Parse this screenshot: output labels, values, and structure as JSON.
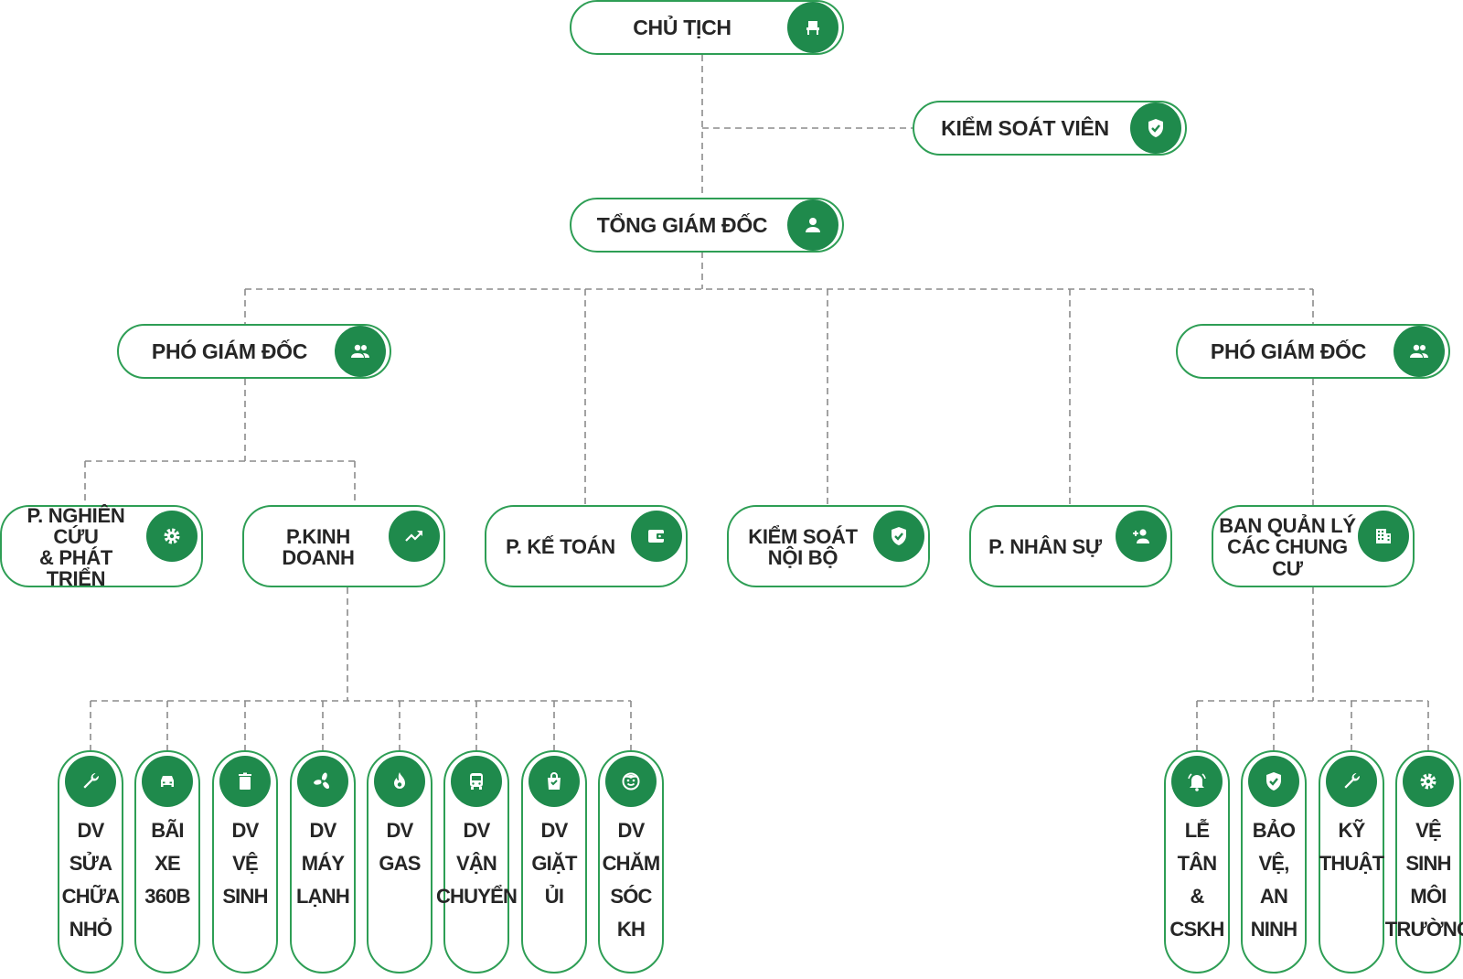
{
  "colors": {
    "accent": "#1f8a4c",
    "border": "#2e9e55",
    "connector": "#8c8c8c",
    "text": "#262626"
  },
  "chairman": {
    "label": "CHỦ TỊCH",
    "icon": "chair-icon"
  },
  "supervisor": {
    "label": "KIỂM SOÁT VIÊN",
    "icon": "shield-check-icon"
  },
  "ceo": {
    "label": "TỔNG GIÁM ĐỐC",
    "icon": "person-icon"
  },
  "deputy_left": {
    "label": "PHÓ GIÁM ĐỐC",
    "icon": "people-icon"
  },
  "deputy_right": {
    "label": "PHÓ GIÁM ĐỐC",
    "icon": "people-icon"
  },
  "departments": [
    {
      "label": "P. NGHIÊN CỨU\n& PHÁT TRIỂN",
      "icon": "gear-icon"
    },
    {
      "label": "P.KINH DOANH",
      "icon": "trending-up-icon"
    },
    {
      "label": "P. KẾ TOÁN",
      "icon": "wallet-icon"
    },
    {
      "label": "KIỂM SOÁT\nNỘI BỘ",
      "icon": "shield-check-icon"
    },
    {
      "label": "P. NHÂN SỰ",
      "icon": "person-add-icon"
    },
    {
      "label": "BAN QUẢN LÝ\nCÁC CHUNG CƯ",
      "icon": "building-icon"
    }
  ],
  "sales_services": [
    {
      "label": "DV\nSỬA\nCHỮA\nNHỎ",
      "icon": "wrench-icon"
    },
    {
      "label": "BÃI\nXE\n360B",
      "icon": "car-icon"
    },
    {
      "label": "DV\nVỆ\nSINH",
      "icon": "trash-icon"
    },
    {
      "label": "DV\nMÁY\nLẠNH",
      "icon": "fan-icon"
    },
    {
      "label": "DV\nGAS",
      "icon": "flame-icon"
    },
    {
      "label": "DV\nVẬN\nCHUYỂN",
      "icon": "bus-icon"
    },
    {
      "label": "DV\nGIẶT\nỦI",
      "icon": "laundry-bag-icon"
    },
    {
      "label": "DV\nCHĂM\nSÓC\nKH",
      "icon": "smiley-icon"
    }
  ],
  "management_services": [
    {
      "label": "LỄ\nTÂN\n&\nCSKH",
      "icon": "bell-icon"
    },
    {
      "label": "BẢO\nVỆ,\nAN\nNINH",
      "icon": "shield-check-icon"
    },
    {
      "label": "KỸ\nTHUẬT",
      "icon": "wrench-icon"
    },
    {
      "label": "VỆ\nSINH\nMÔI\nTRƯỜNG",
      "icon": "gear-icon"
    }
  ]
}
